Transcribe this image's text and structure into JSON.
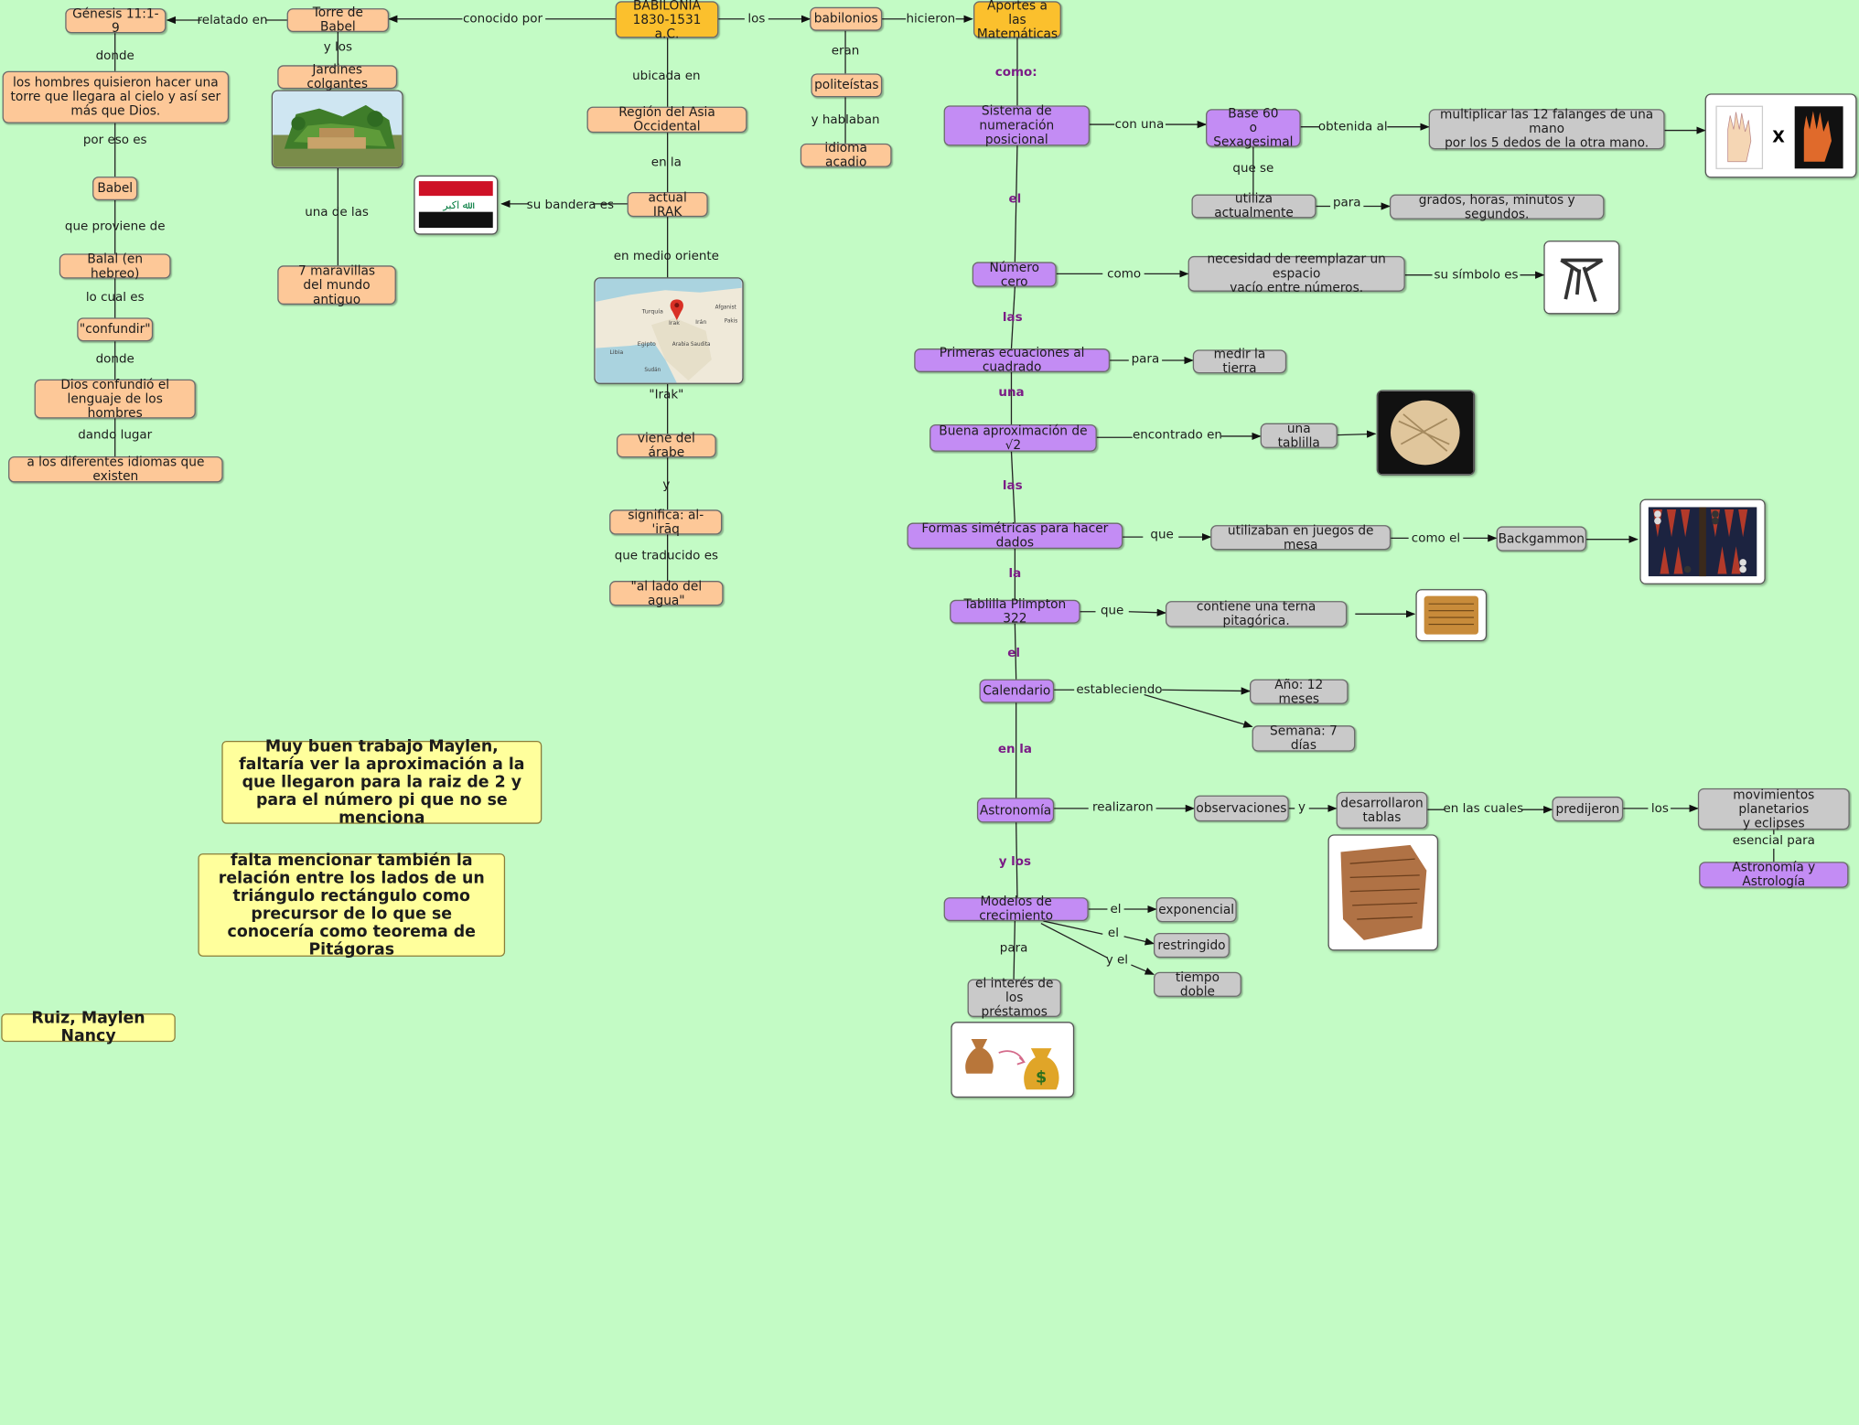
{
  "nodes": {
    "babilonia": "BABILONIA\n1830-1531 a.C.",
    "torre": "Torre de Babel",
    "genesis": "Génesis 11:1-9",
    "hombres": "los hombres quisieron hacer una torre que llegara al cielo y así ser más que Dios.",
    "babel": "Babel",
    "balal": "Balal (en hebreo)",
    "confundir": "\"confundir\"",
    "dios": "Dios confundió el lenguaje de los hombres",
    "idiomas": "a los diferentes idiomas que existen",
    "jardines": "Jardines colgantes",
    "maravillas": "7 maravillas\ndel mundo antiguo",
    "region": "Región del Asia Occidental",
    "irak": "actual IRAK",
    "arabe": "viene del árabe",
    "significa": "significa: al-'irāq",
    "agua": "\"al lado del agua\"",
    "babilonios": "babilonios",
    "politeistas": "politeístas",
    "acadio": "idioma acadio",
    "aportes": "Aportes a las\nMatemáticas",
    "sistema": "Sistema de numeración\nposicional",
    "base60": "Base 60\no Sexagesimal",
    "falanges": "multiplicar las 12 falanges de una mano\npor los 5 dedos de la otra mano.",
    "utiliza": "utiliza actualmente",
    "grados": "grados, horas, minutos y segundos.",
    "cero": "Número cero",
    "necesidad": "necesidad de reemplazar un espacio\nvacío entre números.",
    "ecuaciones": "Primeras ecuaciones al cuadrado",
    "medir": "medir la tierra",
    "buena": "Buena aproximación de √2",
    "tablilla": "una tablilla",
    "formas": "Formas simétricas para hacer dados",
    "juegos": "utilizaban en juegos de mesa",
    "backgammon": "Backgammon",
    "plimpton": "Tablilla Plimpton 322",
    "terna": "contiene una terna pitagórica.",
    "calendario": "Calendario",
    "anio": "Año: 12 meses",
    "semana": "Semana: 7 días",
    "astronomia": "Astronomía",
    "observaciones": "observaciones",
    "tablas": "desarrollaron\ntablas",
    "predijeron": "predijeron",
    "movimientos": "movimientos planetarios\ny eclipses",
    "astrologia": "Astronomía y Astrología",
    "modelos": "Modelos de crecimiento",
    "exponencial": "exponencial",
    "restringido": "restringido",
    "doble": "tiempo doble",
    "interes": "el interés de\nlos préstamos"
  },
  "labels": {
    "relatado": "relatado en",
    "conocido": "conocido por",
    "los1": "los",
    "hicieron": "hicieron",
    "donde1": "donde",
    "poreso": "por eso es",
    "proviene": "que proviene de",
    "locual": "lo cual es",
    "donde2": "donde",
    "dando": "dando lugar",
    "ylos1": "y los",
    "unade": "una de las",
    "ubicada": "ubicada en",
    "enla": "en la",
    "bandera": "su bandera es",
    "medio": "en medio oriente",
    "irakq": "\"Irak\"",
    "y1": "y",
    "traducido": "que traducido es",
    "eran": "eran",
    "hablaban": "y hablaban",
    "conuna": "con una",
    "obtenida": "obtenida al",
    "quese": "que se",
    "para1": "para",
    "como1": "como",
    "simbolo": "su símbolo es",
    "para2": "para",
    "encontrado": "encontrado en",
    "que1": "que",
    "comoel": "como el",
    "que2": "que",
    "estableciendo": "estableciendo",
    "realizaron": "realizaron",
    "y2": "y",
    "enlascuales": "en las cuales",
    "los2": "los",
    "esencial": "esencial para",
    "el3": "el",
    "el4": "el",
    "yel": "y el",
    "para3": "para",
    "como_p": "como:",
    "el_p1": "el",
    "las_p1": "las",
    "una_p": "una",
    "las_p2": "las",
    "la_p": "la",
    "el_p2": "el",
    "enla_p": "en la",
    "ylos_p": "y los"
  },
  "notes": {
    "note1": "Muy buen trabajo Maylen, faltaría ver la aproximación a la que llegaron para la raiz de 2 y para el número pi que no se menciona",
    "note2": "falta mencionar también la relación entre los lados de un triángulo rectángulo como precursor de lo que se conocería como teorema de Pitágoras",
    "author": "Ruiz, Maylen Nancy"
  },
  "image_text": {
    "x_sign": "X",
    "map_labels": [
      "Turquía",
      "Irak",
      "Irán",
      "Afganist",
      "Pakis",
      "Egipto",
      "Libia",
      "Arabia Saudita",
      "Sudán"
    ],
    "flag_text": "ﷲ ﺍﻛﺒﺮ"
  },
  "colors": {
    "background": "#c3fbc5",
    "orange": "#fdc898",
    "yellow": "#fbc02d",
    "purple": "#c38cf4",
    "gray": "#c9c9c9",
    "note": "#ffff9c",
    "link_label_purple": "#7b1c86"
  }
}
